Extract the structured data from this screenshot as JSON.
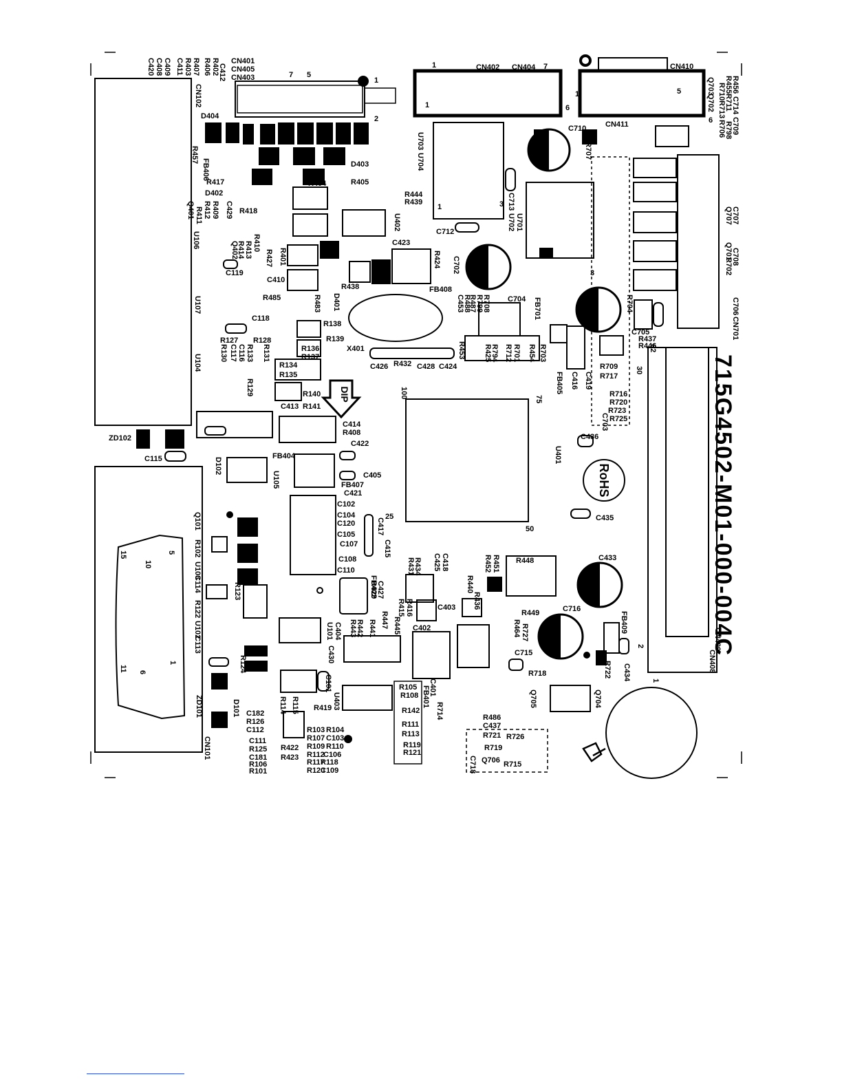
{
  "board": {
    "part_number": "715G4502-M01-000-004C",
    "rohs_mark": "RoHS",
    "dip_mark": "DIP"
  },
  "labels": [
    "CN401",
    "CN405",
    "CN403",
    "C412",
    "R402",
    "R406",
    "C420",
    "C408",
    "C409",
    "C411",
    "R403",
    "R407",
    "CN102",
    "D404",
    "R457",
    "FB406",
    "R417",
    "D402",
    "R409",
    "R412",
    "Q401",
    "R418",
    "C429",
    "R411",
    "U106",
    "R410",
    "R413",
    "Q402",
    "R414",
    "R427",
    "C119",
    "R485",
    "C410",
    "R401",
    "R404",
    "R405",
    "D403",
    "U402",
    "R444",
    "R439",
    "C423",
    "R424",
    "C712",
    "U703",
    "U704",
    "C713",
    "U701",
    "U702",
    "CN402",
    "CN404",
    "CN410",
    "CN411",
    "C710",
    "R707",
    "Q703",
    "Q702",
    "R456",
    "C714",
    "R455",
    "R711",
    "R710",
    "R713",
    "R706",
    "R798",
    "C709",
    "C707",
    "Q707",
    "C708",
    "C702",
    "Q701",
    "R702",
    "C706",
    "CN701",
    "R704",
    "C705",
    "R437",
    "R446",
    "FB701",
    "C704",
    "R488",
    "C453",
    "R799",
    "R708",
    "R487",
    "FB408",
    "R438",
    "D401",
    "R483",
    "U107",
    "C118",
    "R138",
    "R139",
    "X401",
    "R127",
    "R128",
    "R130",
    "R131",
    "R133",
    "C117",
    "C116",
    "R136",
    "R137",
    "R134",
    "R135",
    "U104",
    "R129",
    "R140",
    "R141",
    "C413",
    "C426",
    "R432",
    "C428",
    "C424",
    "R453",
    "R425",
    "R794",
    "R712",
    "R701",
    "R454",
    "R703",
    "FB405",
    "C416",
    "C419",
    "R709",
    "R717",
    "R716",
    "R720",
    "R723",
    "R725",
    "C703",
    "U401",
    "C414",
    "R408",
    "C422",
    "C436",
    "ZD102",
    "C115",
    "D102",
    "FB404",
    "U105",
    "C405",
    "FB407",
    "C421",
    "C435",
    "Q101",
    "C102",
    "C104",
    "C120",
    "C105",
    "C107",
    "C108",
    "C110",
    "C417",
    "C415",
    "R102",
    "U103",
    "C114",
    "R122",
    "U102",
    "C113",
    "R123",
    "R124",
    "ZD101",
    "D101",
    "CN101",
    "C182",
    "R126",
    "C112",
    "C111",
    "R125",
    "C181",
    "R106",
    "R101",
    "R431",
    "R434",
    "C418",
    "C425",
    "R451",
    "R452",
    "R448",
    "C433",
    "R429",
    "C427",
    "FB402",
    "R440",
    "R436",
    "C403",
    "R416",
    "R415",
    "C402",
    "R449",
    "C716",
    "R727",
    "R464",
    "FB409",
    "CN409",
    "U101",
    "C404",
    "C430",
    "R443",
    "R442",
    "R441",
    "R447",
    "R445",
    "C715",
    "R718",
    "R722",
    "C434",
    "CN408",
    "C101",
    "U403",
    "R419",
    "R114",
    "R115",
    "R105",
    "R108",
    "C401",
    "FB401",
    "R714",
    "Q705",
    "Q704",
    "R142",
    "R486",
    "C437",
    "R721",
    "R111",
    "R113",
    "R719",
    "R726",
    "R119",
    "R121",
    "C718",
    "Q706",
    "R715",
    "R103",
    "R104",
    "R107",
    "C103",
    "R109",
    "R110",
    "R112",
    "C106",
    "R117",
    "R118",
    "R120",
    "C109",
    "R422",
    "R423"
  ],
  "pin_numbers": [
    "1",
    "2",
    "3",
    "5",
    "6",
    "7",
    "25",
    "50",
    "75",
    "100",
    "30",
    "62",
    "10",
    "11",
    "15"
  ]
}
